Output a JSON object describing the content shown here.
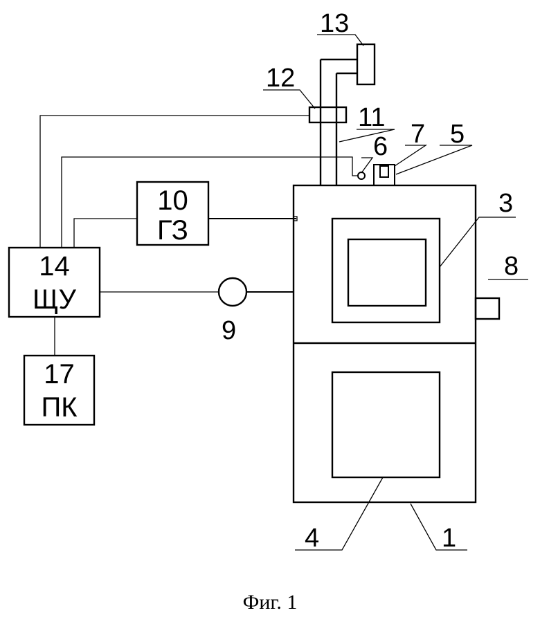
{
  "labels": {
    "l1": "1",
    "l3": "3",
    "l4": "4",
    "l5": "5",
    "l6": "6",
    "l7": "7",
    "l8": "8",
    "l9": "9",
    "l11": "11",
    "l12": "12",
    "l13": "13"
  },
  "boxes": {
    "gz": {
      "number": "10",
      "abbr": "ГЗ"
    },
    "shchu": {
      "number": "14",
      "abbr": "ЩУ"
    },
    "pk": {
      "number": "17",
      "abbr": "ПК"
    }
  },
  "caption": "Фиг. 1"
}
